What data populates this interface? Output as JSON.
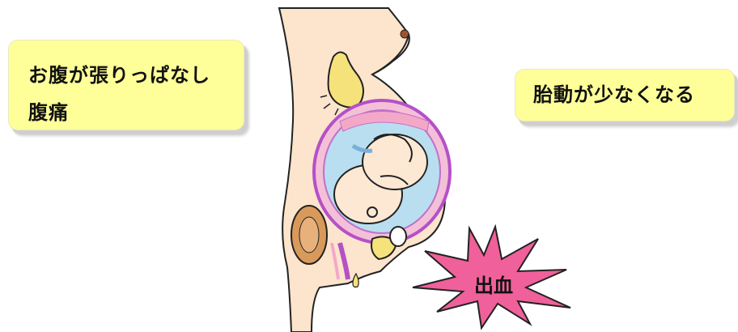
{
  "callouts": {
    "left": {
      "line1": "お腹が張りっぱなし",
      "line2": "腹痛"
    },
    "right": {
      "line1": "胎動が少なくなる"
    }
  },
  "burst": {
    "label": "出血",
    "color": "#f0609a"
  },
  "colors": {
    "callout_fill": "#ffff99",
    "skin": "#fce5cc",
    "uterus_outline": "#b550c8",
    "amniotic": "#b8def0",
    "stomach": "#f5e27a"
  }
}
